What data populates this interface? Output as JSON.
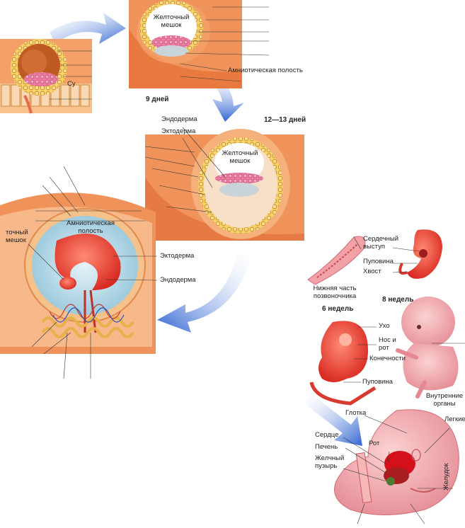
{
  "colors": {
    "tissue": "#e9844d",
    "tissue_light": "#f3b27c",
    "cell_yellow": "#f6d468",
    "cell_border": "#c47a2a",
    "pink": "#ef6d8e",
    "embryo_red": "#e63a2e",
    "cavity_blue": "#b8dbe8",
    "arrow_blue": "#3c72d6",
    "fetus_pink": "#f2a2a7"
  },
  "stage_day9": {
    "label": "9 дней",
    "yolk_sac": "Желточный мешок",
    "amniotic_cavity": "Амниотическая полость"
  },
  "stage_blastocyst": {
    "cy_label": "Cy"
  },
  "stage_day12": {
    "label": "12—13 дней",
    "endoderm": "Эндодерма",
    "ectoderm": "Эктодерма",
    "yolk_sac": "Желточный мешок"
  },
  "stage_big": {
    "amniotic_cavity": "Амниотическая полость",
    "yolk_sac_partial": "точный мешок",
    "ectoderm": "Эктодерма",
    "endoderm": "Эндодерма"
  },
  "embryo_small": {
    "spine_caption": "Нижняя часть позвоночника",
    "heart_bulge": "Сердечный выступ",
    "umbilical": "Пуповина",
    "tail": "Хвост"
  },
  "week6": {
    "label": "6 недель",
    "ear": "Ухо",
    "nose_mouth": "Нос и рот",
    "limbs": "Конечности",
    "umbilical": "Пуповина"
  },
  "week8": {
    "label": "8 недель"
  },
  "anatomy": {
    "internal_organs": "Внутренние органы",
    "pharynx": "Глотка",
    "lungs": "Легкие",
    "heart": "Сердце",
    "mouth": "Рот",
    "liver": "Печень",
    "gall_bladder": "Желчный пузырь",
    "stomach": "Желудок"
  }
}
